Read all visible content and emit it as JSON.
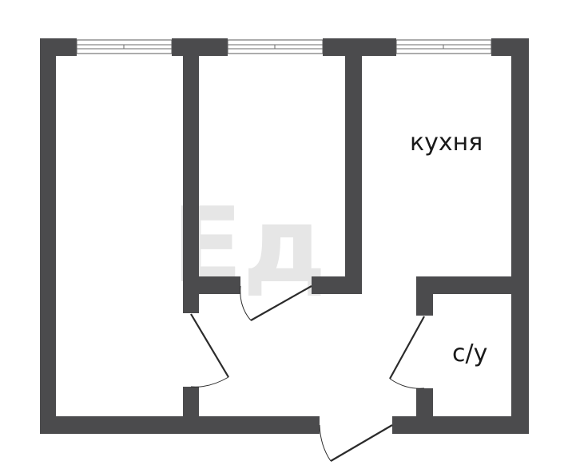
{
  "plan": {
    "rooms": [
      {
        "key": "kitchen",
        "label": "кухня"
      },
      {
        "key": "bathroom",
        "label": "с/у"
      }
    ],
    "watermark": "Ед",
    "colors": {
      "wall": "#4b4b4d",
      "background": "#ffffff",
      "door": "#2b2b2b"
    }
  }
}
